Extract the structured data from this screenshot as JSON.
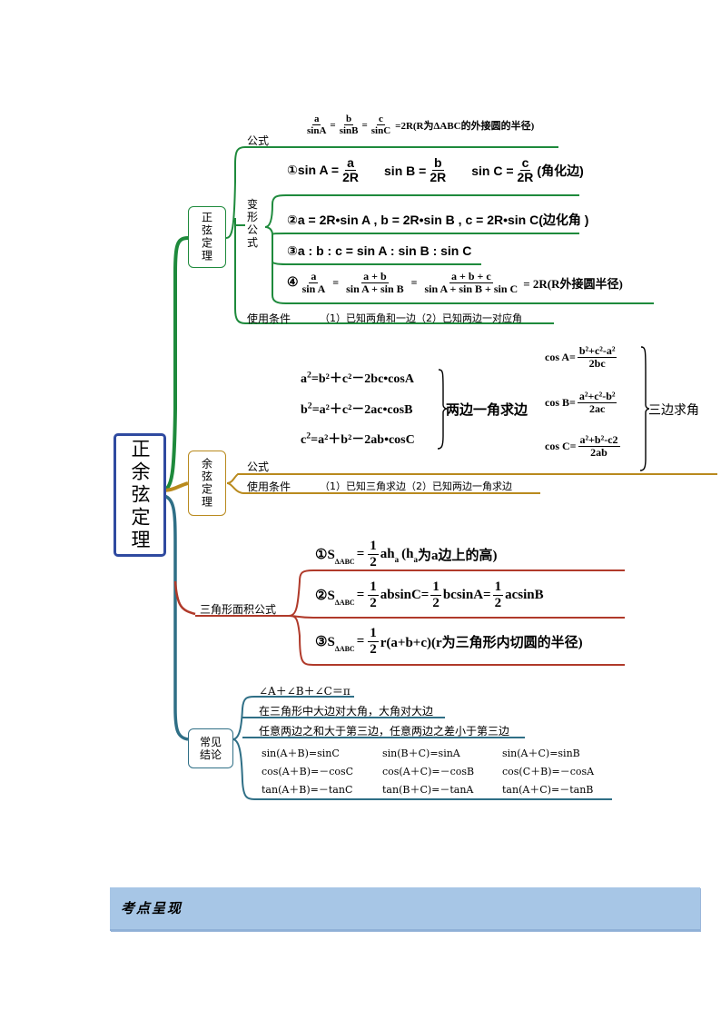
{
  "root": {
    "label": "正余弦定理"
  },
  "sine_law": {
    "label": "正弦定理",
    "formula_label": "公式",
    "formula": {
      "a": "a",
      "sinA": "sinA",
      "b": "b",
      "sinB": "sinB",
      "c": "c",
      "sinC": "sinC",
      "eq": "=",
      "tail": "=2R(R为ΔABC的外接圆的半径)"
    },
    "variant_label": "变形公式",
    "v1": {
      "lead": "①sin A =",
      "a": "a",
      "r": "2R",
      "mid1": "sin B =",
      "b": "b",
      "mid2": "sin C =",
      "c": "c",
      "tail": "(角化边)"
    },
    "v2": "②a = 2R•sin A , b = 2R•sin B , c = 2R•sin C(边化角 )",
    "v3": "③a : b : c = sin A : sin B : sin C",
    "v4": {
      "lead": "④",
      "a": "a",
      "sinA": "sin A",
      "apb": "a + b",
      "sApB": "sin A + sin B",
      "apbpc": "a + b + c",
      "sApBpC": "sin A + sin B + sin C",
      "tail": "= 2R(R外接圆半径)"
    },
    "cond_label": "使用条件",
    "cond": "（1）已知两角和一边（2）已知两边一对应角"
  },
  "cosine_law": {
    "label": "余弦定理",
    "formula_label": "公式",
    "cond_label": "使用条件",
    "cond": "（1）已知三角求边（2）已知两边一角求边",
    "f1": {
      "a": "a",
      "rhs": "=b²＋c²－2bc•cosA"
    },
    "f2": {
      "a": "b",
      "rhs": "=a²＋c²－2ac•cosB"
    },
    "f3": {
      "a": "c",
      "rhs": "=a²＋b²－2ab•cosC"
    },
    "two_sides": "两边一角求边",
    "c1": {
      "lhs": "cos A=",
      "num": "b²+c²-a²",
      "den": "2bc"
    },
    "c2": {
      "lhs": "cos B=",
      "num": "a²+c²-b²",
      "den": "2ac"
    },
    "c3": {
      "lhs": "cos C=",
      "num": "a²+b²-c2",
      "den": "2ab"
    },
    "three_sides": "三边求角"
  },
  "area": {
    "label": "三角形面积公式",
    "s1": {
      "lead": "①S",
      "sub": "ΔABC",
      "eq": "=",
      "n": "1",
      "d": "2",
      "body": "ah",
      "bsub": "a",
      "tail": "(h",
      "tsub": "a",
      "tail2": "为a边上的高)"
    },
    "s2": {
      "lead": "②S",
      "sub": "ΔABC",
      "eq": "=",
      "n": "1",
      "d": "2",
      "p1": "absinC=",
      "p2": "bcsinA=",
      "p3": "acsinB"
    },
    "s3": {
      "lead": "③S",
      "sub": "ΔABC",
      "eq": "=",
      "n": "1",
      "d": "2",
      "body": "r(a+b+c)(r为三角形内切圆的半径)"
    }
  },
  "common": {
    "label": "常见结论",
    "l1": "∠A＋∠B＋∠C＝π",
    "l2": "在三角形中大边对大角，大角对大边",
    "l3": "任意两边之和大于第三边，任意两边之差小于第三边",
    "grid": [
      [
        "sin(A＋B)=sinC",
        "sin(B＋C)=sinA",
        "sin(A＋C)=sinB"
      ],
      [
        "cos(A＋B)=－cosC",
        "cos(A＋C)=－cosB",
        "cos(C＋B)=－cosA"
      ],
      [
        "tan(A＋B)=－tanC",
        "tan(B＋C)=－tanA",
        "tan(A＋C)=－tanB"
      ]
    ]
  },
  "banner": {
    "label": "考点呈现"
  },
  "colors": {
    "green": "#1e8a3c",
    "gold": "#b98a1e",
    "red": "#b03a2a",
    "teal": "#2f6f86",
    "root_border": "#2f4aa0"
  }
}
